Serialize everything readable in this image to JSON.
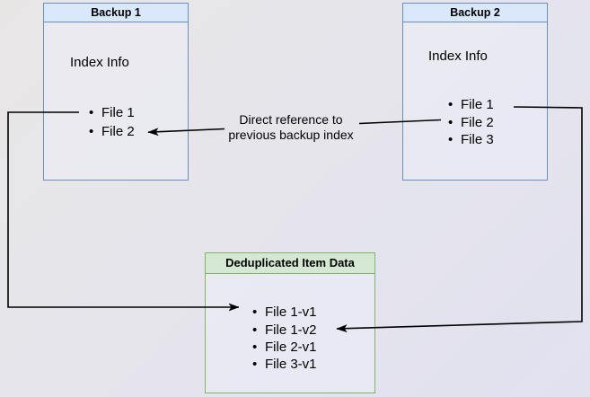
{
  "diagram": {
    "backup1": {
      "title": "Backup 1",
      "section_label": "Index Info",
      "files": [
        "File 1",
        "File 2"
      ]
    },
    "backup2": {
      "title": "Backup 2",
      "section_label": "Index Info",
      "files": [
        "File 1",
        "File 2",
        "File 3"
      ]
    },
    "dedup": {
      "title": "Deduplicated Item Data",
      "items": [
        "File 1-v1",
        "File 1-v2",
        "File 2-v1",
        "File 3-v1"
      ]
    },
    "annotation": "Direct reference to previous backup index",
    "colors": {
      "blue_fill": "#dae8fc",
      "blue_border": "#6c8ebf",
      "green_fill": "#d5e8d4",
      "green_border": "#82b366",
      "line": "#000000"
    }
  }
}
